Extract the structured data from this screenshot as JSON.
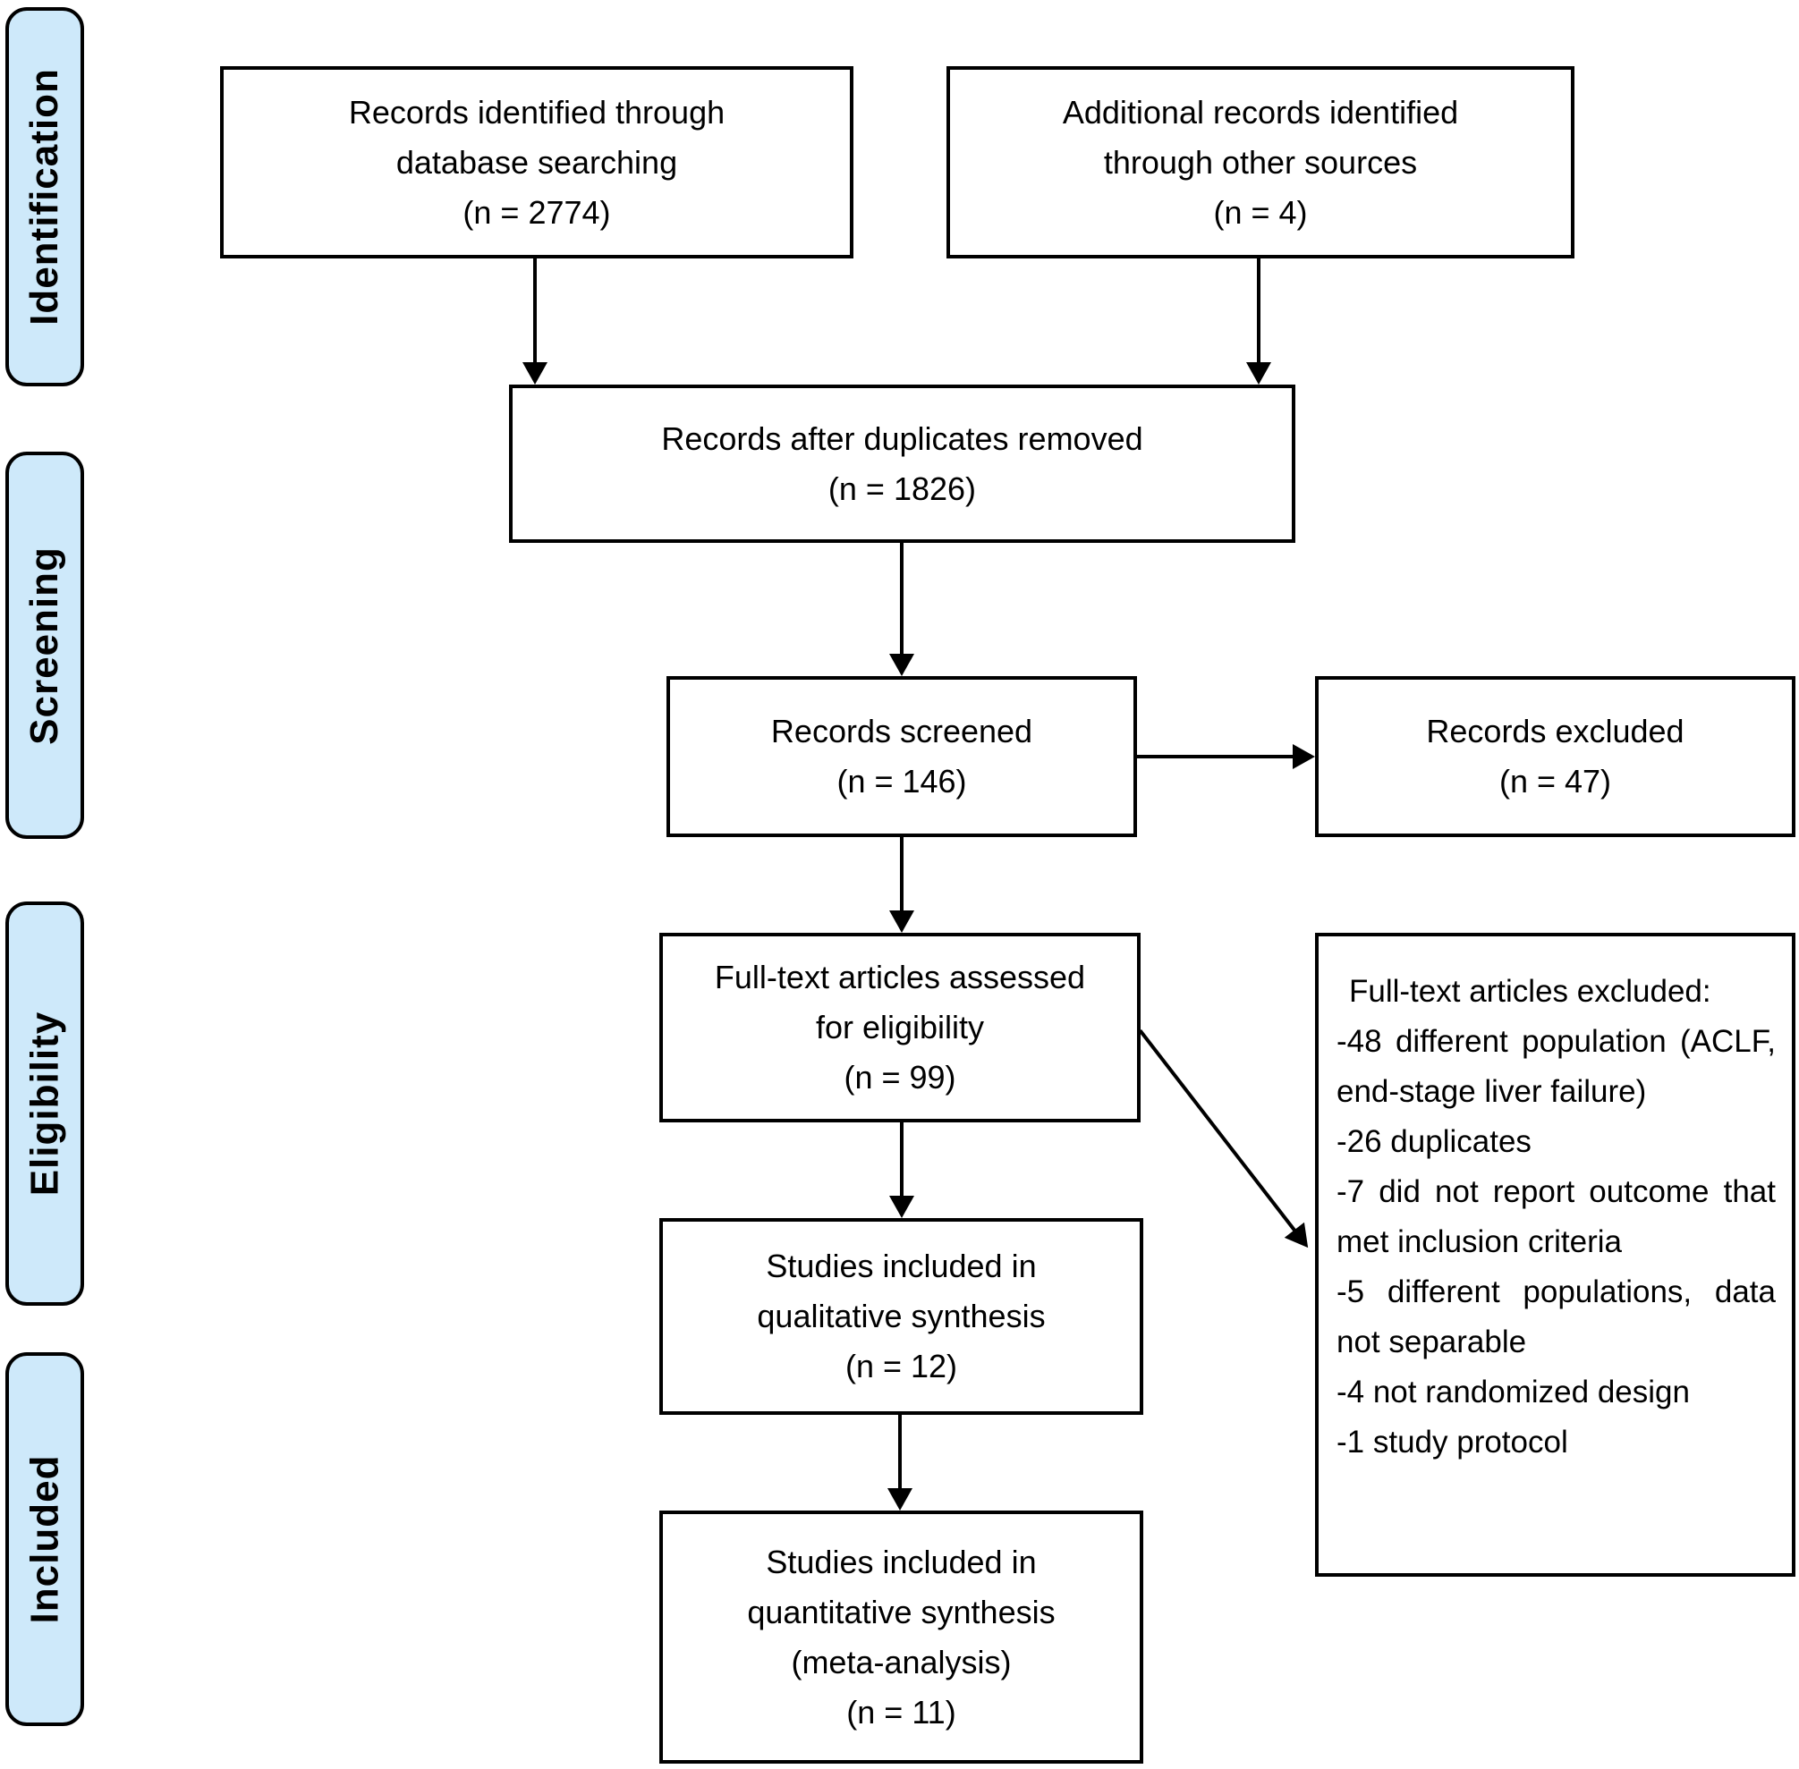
{
  "figure": {
    "kind": "PRISMA flow diagram",
    "background_color": "#ffffff",
    "stage_fill_color": "#cee9fa",
    "line_color": "#000000"
  },
  "stages": {
    "identification": "Identification",
    "screening": "Screening",
    "eligibility": "Eligibility",
    "included": "Included"
  },
  "boxes": {
    "records_identified": "Records identified through\ndatabase searching\n(n = 2774)",
    "additional_records": "Additional records identified\nthrough other sources\n(n = 4)",
    "after_duplicates": "Records after duplicates removed\n(n = 1826)",
    "records_screened": "Records screened\n(n = 146)",
    "records_excluded": "Records excluded\n(n = 47)",
    "fulltext_assessed": "Full-text articles assessed\nfor eligibility\n(n = 99)",
    "qualitative_included": "Studies included in\nqualitative synthesis\n(n = 12)",
    "quantitative_included": "Studies included in\nquantitative synthesis\n(meta-analysis)\n(n = 11)"
  },
  "exclusion_box": {
    "heading": "Full-text articles excluded:",
    "items": [
      "-48 different population (ACLF, end-stage liver failure)",
      "-26 duplicates",
      "-7 did not report outcome that met inclusion criteria",
      "-5 different populations, data not separable",
      "-4 not randomized design",
      "-1 study protocol"
    ]
  }
}
